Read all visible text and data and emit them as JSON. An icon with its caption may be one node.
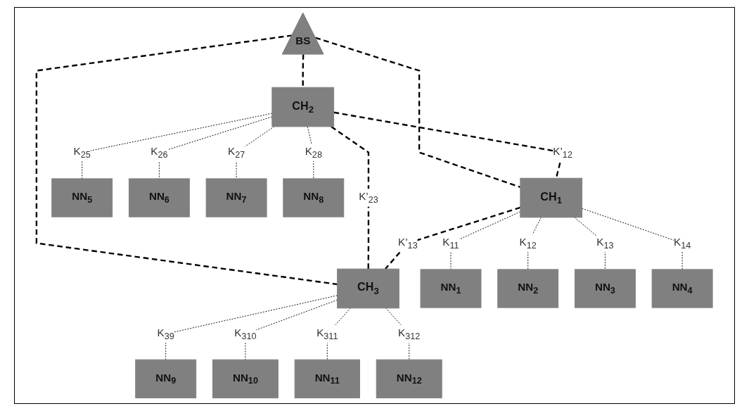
{
  "diagram": {
    "nodes": [
      {
        "text": [
          "BS"
        ]
      },
      {
        "text": [
          "CH$_{2}$"
        ]
      },
      {
        "text": [
          "CH$_{1}$"
        ]
      },
      {
        "text": [
          "CH$_{3}$"
        ]
      },
      {
        "text": [
          "NN$_{5}$"
        ]
      },
      {
        "text": [
          "NN$_{6}$"
        ]
      },
      {
        "text": [
          "NN$_{7}$"
        ]
      },
      {
        "text": [
          "NN$_{8}$"
        ]
      },
      {
        "text": [
          "NN$_{1}$"
        ]
      },
      {
        "text": [
          "NN$_{2}$"
        ]
      },
      {
        "text": [
          "NN$_{3}$"
        ]
      },
      {
        "text": [
          "NN$_{4}$"
        ]
      },
      {
        "text": [
          "NN$_{9}$"
        ]
      },
      {
        "text": [
          "NN$_{10}$"
        ]
      },
      {
        "text": [
          "NN$_{11}$"
        ]
      },
      {
        "text": [
          "NN$_{12}$"
        ]
      }
    ],
    "edges": [
      {
        "from": 0,
        "to": 1,
        "arrow": "none",
        "style": "dashed"
      },
      {
        "from": 0,
        "to": 2,
        "arrow": "none",
        "style": "dashed"
      },
      {
        "from": 0,
        "to": 3,
        "arrow": "none",
        "style": "dashed"
      },
      {
        "from": 1,
        "to": 3,
        "arrow": "none",
        "style": "dashed",
        "label": "K’$_{23}$"
      },
      {
        "from": 1,
        "to": 2,
        "arrow": "none",
        "style": "dashed",
        "label": "K’$_{12}$"
      },
      {
        "from": 2,
        "to": 3,
        "arrow": "none",
        "style": "dashed",
        "label": "K’$_{13}$"
      },
      {
        "from": 1,
        "to": 4,
        "arrow": "none",
        "label": "K$_{25}$"
      },
      {
        "from": 1,
        "to": 5,
        "arrow": "none",
        "label": "K$_{26}$"
      },
      {
        "from": 1,
        "to": 6,
        "arrow": "none",
        "label": "K$_{27}$"
      },
      {
        "from": 1,
        "to": 7,
        "arrow": "none",
        "label": "K$_{28}$"
      },
      {
        "from": 2,
        "to": 8,
        "arrow": "none",
        "label": "K$_{11}$"
      },
      {
        "from": 2,
        "to": 9,
        "arrow": "none",
        "label": "K$_{12}$"
      },
      {
        "from": 2,
        "to": 10,
        "arrow": "none",
        "label": "K$_{13}$"
      },
      {
        "from": 2,
        "to": 11,
        "arrow": "none",
        "label": "K$_{14}$"
      },
      {
        "from": 3,
        "to": 12,
        "arrow": "none",
        "label": "K$_{39}$"
      },
      {
        "from": 3,
        "to": 13,
        "arrow": "none",
        "label": "K$_{310}$"
      },
      {
        "from": 3,
        "to": 14,
        "arrow": "none",
        "label": "K$_{311}$"
      },
      {
        "from": 3,
        "to": 15,
        "arrow": "none",
        "label": "K$_{312}$"
      }
    ]
  }
}
